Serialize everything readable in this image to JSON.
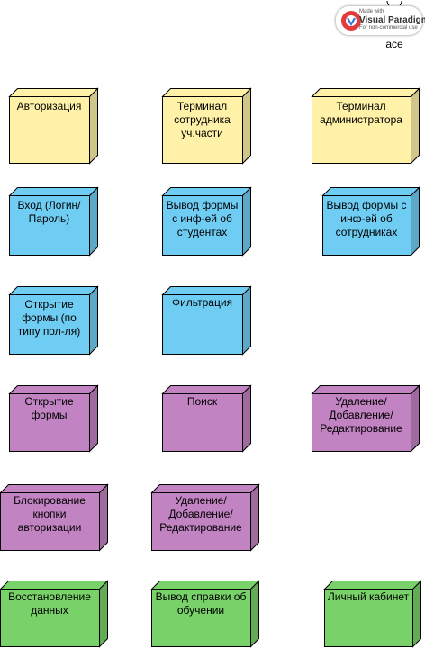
{
  "watermark": {
    "small": "Made with",
    "brand": "Visual Paradigm",
    "note": "For non-commercial use"
  },
  "interface": {
    "label": "Interface",
    "visible_fragment": "interface"
  },
  "colors": {
    "yellow": "#fff2a8",
    "blue": "#6fcdf3",
    "purple": "#c283c2",
    "green": "#79d269",
    "stroke": "#000000"
  },
  "nodes": [
    {
      "id": "avtorizaciya",
      "label": "Авторизация",
      "color": "yellow"
    },
    {
      "id": "terminal-sotrudnika",
      "label": "Терминал сотрудника уч.части",
      "color": "yellow"
    },
    {
      "id": "terminal-administratora",
      "label": "Терминал администратора",
      "color": "yellow"
    },
    {
      "id": "vhod",
      "label": "Вход (Логин/ Пароль)",
      "color": "blue"
    },
    {
      "id": "vyvod-studentov",
      "label": "Вывод формы с инф-ей об студентах",
      "color": "blue"
    },
    {
      "id": "vyvod-sotrudnikov",
      "label": "Вывод формы с инф-ей об сотрудниках",
      "color": "blue"
    },
    {
      "id": "otkrytie-po-tipu",
      "label": "Открытие формы (по типу пол-ля)",
      "color": "blue"
    },
    {
      "id": "filtraciya",
      "label": "Фильтрация",
      "color": "blue"
    },
    {
      "id": "otkrytie-formy",
      "label": "Открытие формы",
      "color": "purple"
    },
    {
      "id": "poisk",
      "label": "Поиск",
      "color": "purple"
    },
    {
      "id": "udalenie-1",
      "label": "Удаление/ Добавление/ Редактирование",
      "color": "purple"
    },
    {
      "id": "blokirovanie",
      "label": "Блокирование кнопки авторизации",
      "color": "purple"
    },
    {
      "id": "udalenie-2",
      "label": "Удаление/ Добавление/ Редактирование",
      "color": "purple"
    },
    {
      "id": "vosstanovlenie",
      "label": "Восстановление данных",
      "color": "green"
    },
    {
      "id": "spravka",
      "label": "Вывод справки об обучении",
      "color": "green"
    },
    {
      "id": "kabinet",
      "label": "Личный кабинет",
      "color": "green"
    }
  ]
}
